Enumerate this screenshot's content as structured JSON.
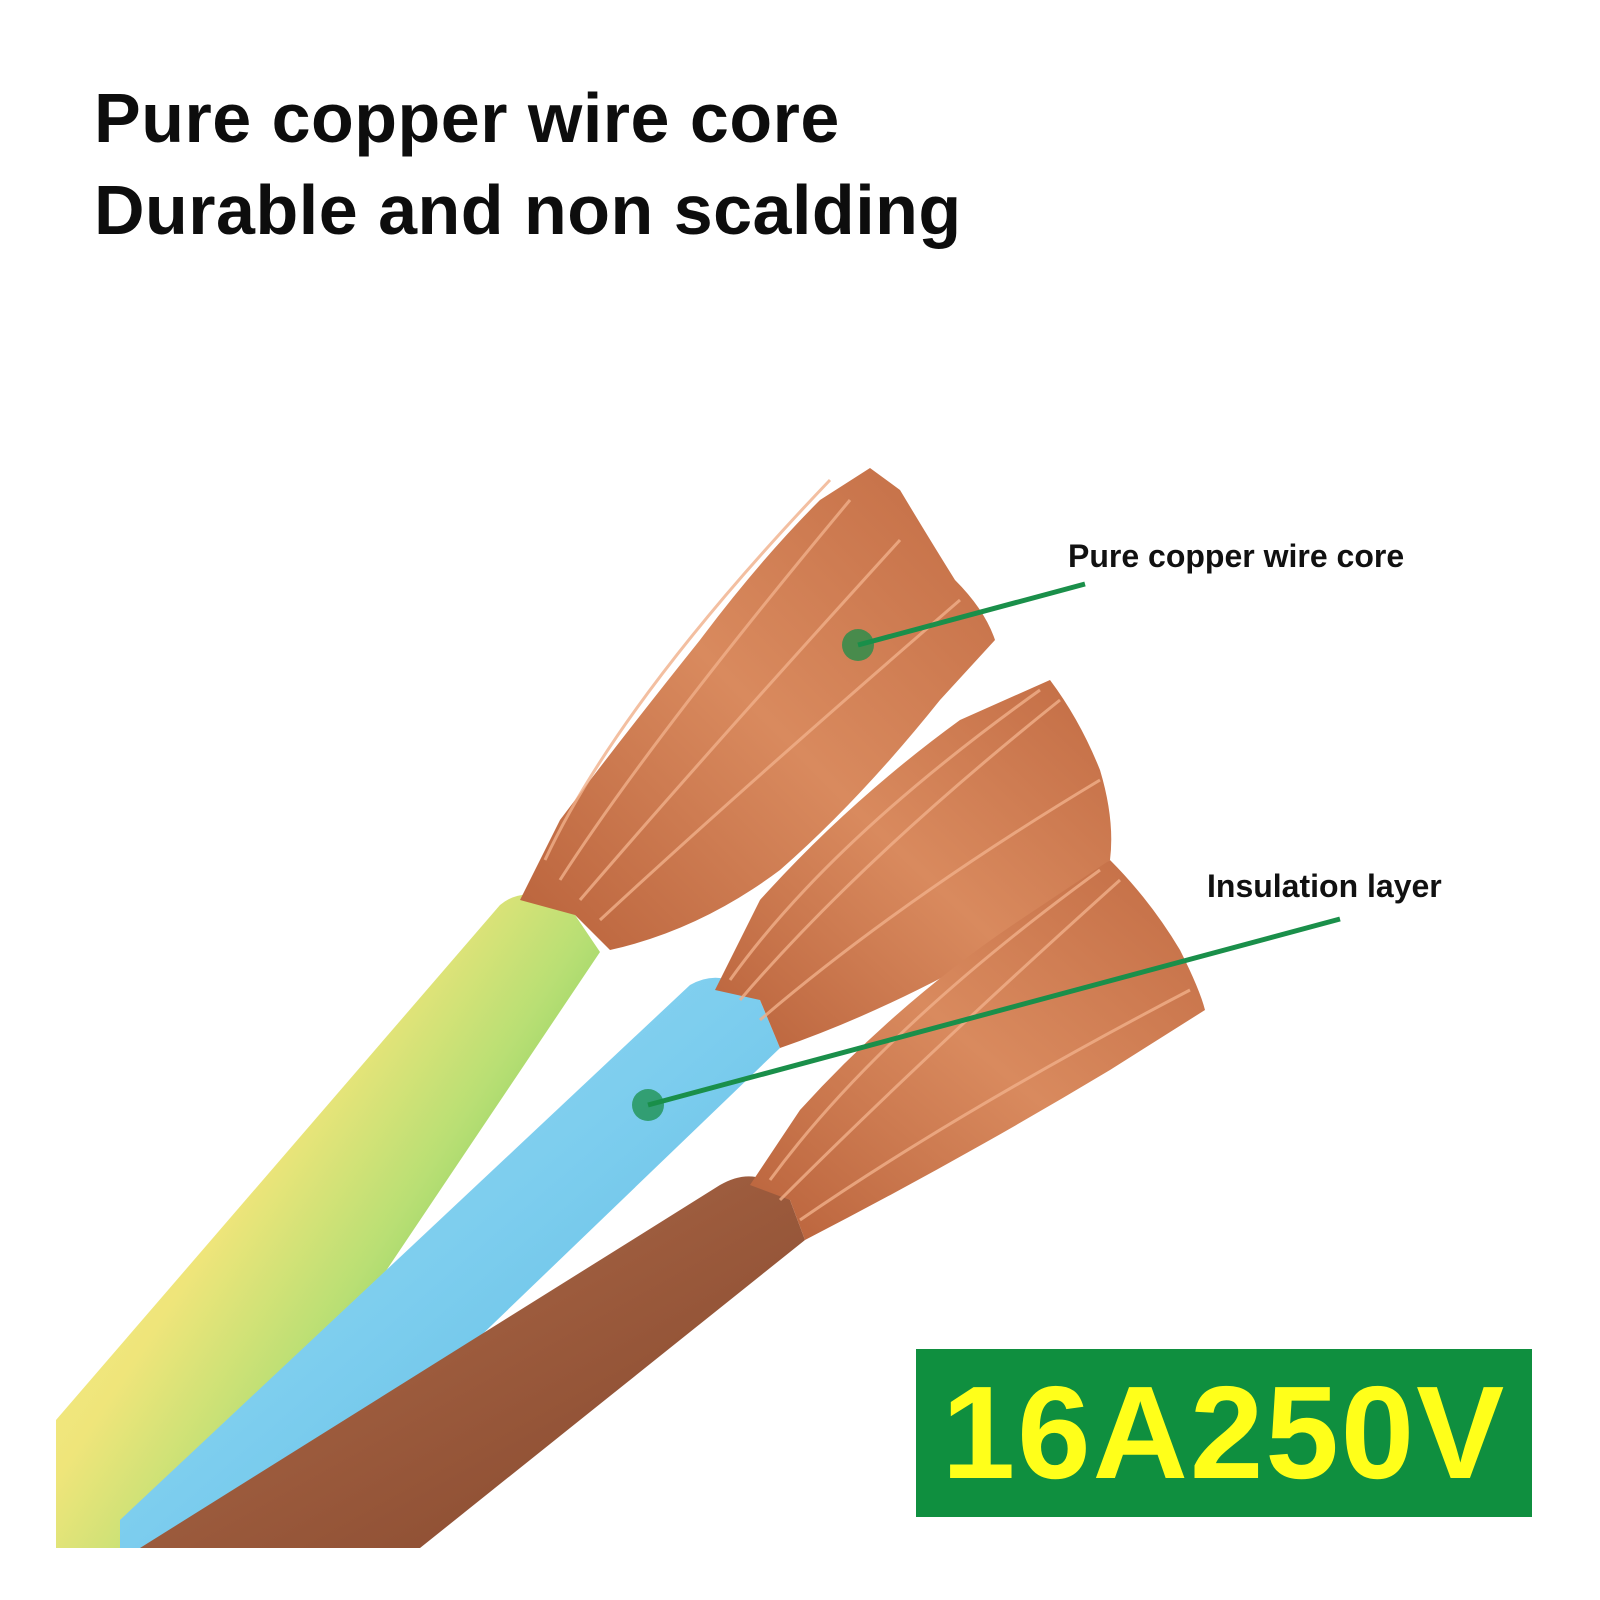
{
  "headline": {
    "line1": "Pure copper wire core",
    "line2": "Durable and non scalding"
  },
  "callouts": {
    "core_label": "Pure copper wire core",
    "insulation_label": "Insulation layer"
  },
  "rating": {
    "text": "16A250V"
  },
  "colors": {
    "badge_background": "#0f8f3f",
    "badge_text": "#ffff1a",
    "callout_line": "#1a8f4a",
    "wire_earth": "#f2ea8a",
    "wire_earth_stripe": "#8fd36a",
    "wire_neutral": "#7fd0ef",
    "wire_live": "#9b5a3c",
    "copper": "#c8744a"
  }
}
